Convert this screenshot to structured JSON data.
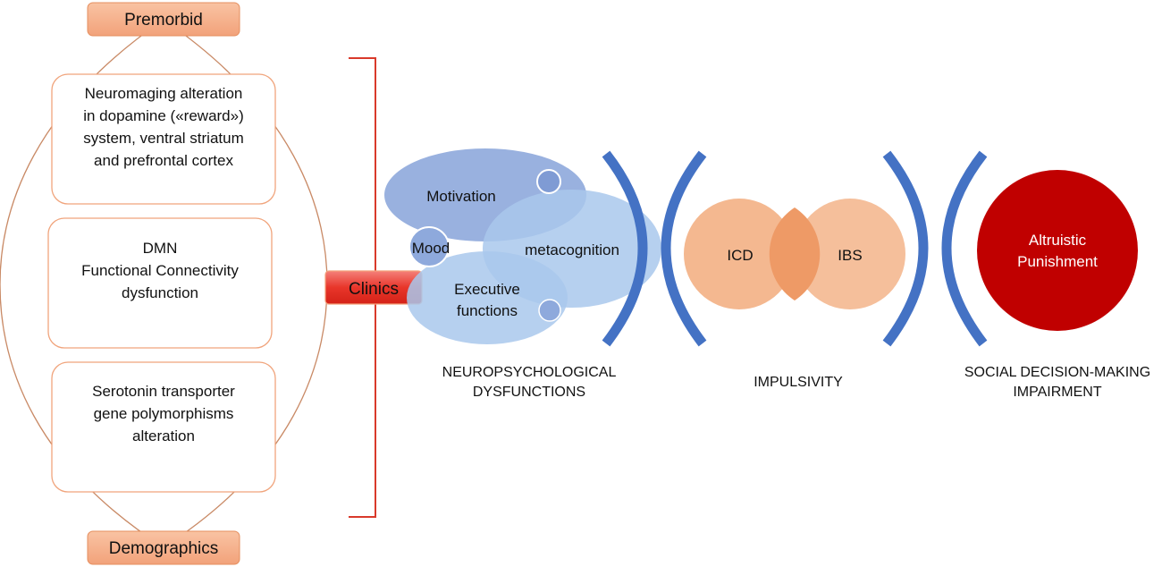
{
  "premorbid": "Premorbid",
  "demographics": "Demographics",
  "clinics": "Clinics",
  "boxes": [
    {
      "lines": [
        "Neuromaging alteration",
        "in dopamine («reward»)",
        "system, ventral striatum",
        "and prefrontal cortex"
      ]
    },
    {
      "lines": [
        "DMN",
        "Functional Connectivity",
        "dysfunction"
      ]
    },
    {
      "lines": [
        "Serotonin transporter",
        "gene polymorphisms",
        "alteration"
      ]
    }
  ],
  "neuro": {
    "motivation": "Motivation",
    "mood": "Mood",
    "metacognition": "metacognition",
    "executive": [
      "Executive",
      "functions"
    ],
    "caption": [
      "NEUROPSYCHOLOGICAL",
      "DYSFUNCTIONS"
    ]
  },
  "impulsivity": {
    "icd": "ICD",
    "ibs": "IBS",
    "caption": "IMPULSIVITY"
  },
  "social": {
    "circle": [
      "Altruistic",
      "Punishment"
    ],
    "caption": [
      "SOCIAL DECISION-MAKING",
      "IMPAIRMENT"
    ]
  },
  "colors": {
    "pill": "#f4b08c",
    "box_border": "#f0a47c",
    "bracket": "#d93a2b",
    "clinics": "#e8352a",
    "blue_dark": "#8ea9dc",
    "blue_light": "#a9c8ec",
    "parenthesis": "#4472c4",
    "orange_circle": "#f4b890",
    "overlap": "#ee9a66",
    "red_circle": "#c00000"
  }
}
